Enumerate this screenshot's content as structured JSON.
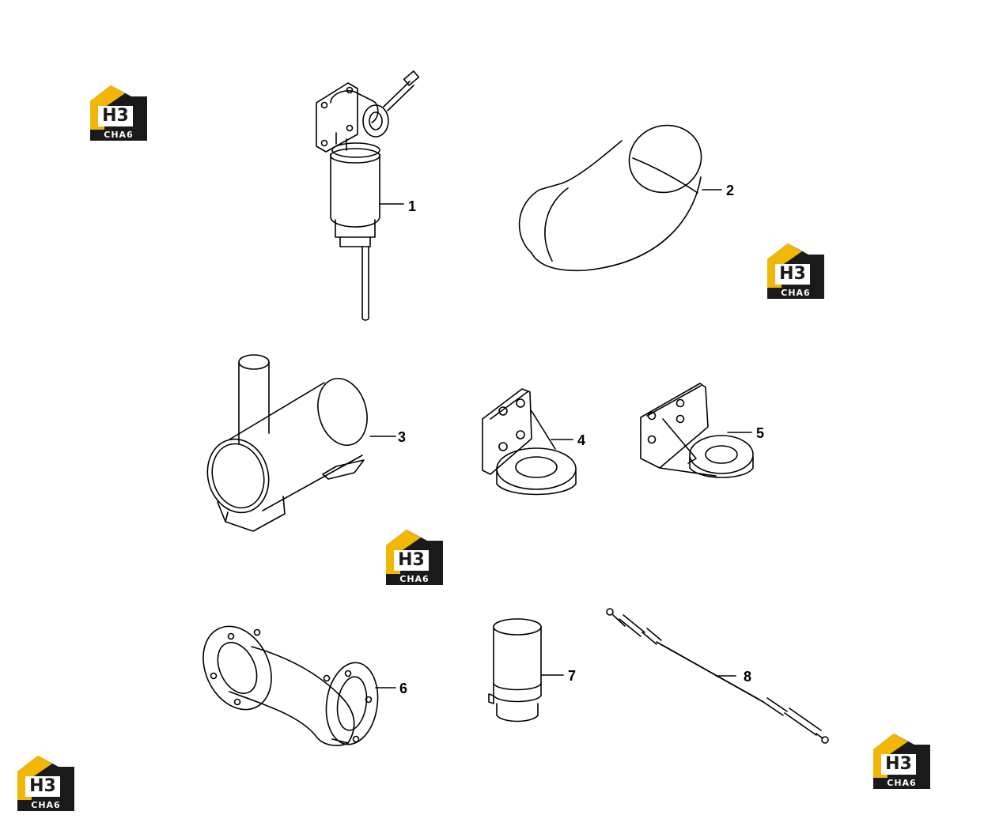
{
  "callouts": [
    "1",
    "2",
    "3",
    "4",
    "5",
    "6",
    "7",
    "8"
  ],
  "logo": {
    "mark": "H3",
    "word": "CHA6",
    "colors": {
      "yellow": "#f2b705",
      "dark": "#1a1a1a",
      "plate": "#ffffff"
    }
  },
  "colors": {
    "line": "#000000",
    "background": "#ffffff"
  }
}
